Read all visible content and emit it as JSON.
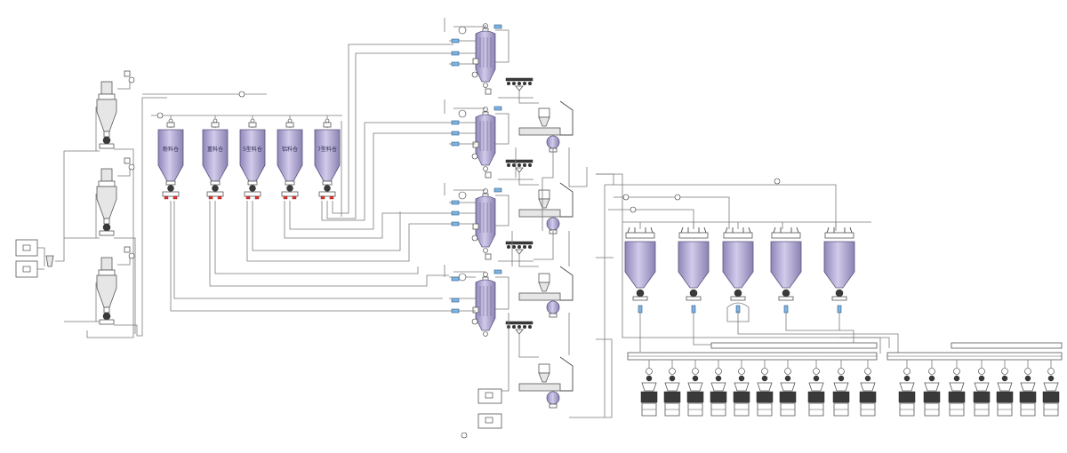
{
  "silos": [
    {
      "label": "粉料仓"
    },
    {
      "label": "重料仓"
    },
    {
      "label": "5型料仓"
    },
    {
      "label": "铝料仓"
    },
    {
      "label": "7型料仓"
    }
  ],
  "colors": {
    "vessel": "#b7aed6",
    "vessel_edge": "#5b5580",
    "valve": "#7fb3e0",
    "pipe": "#7a7a7a"
  }
}
